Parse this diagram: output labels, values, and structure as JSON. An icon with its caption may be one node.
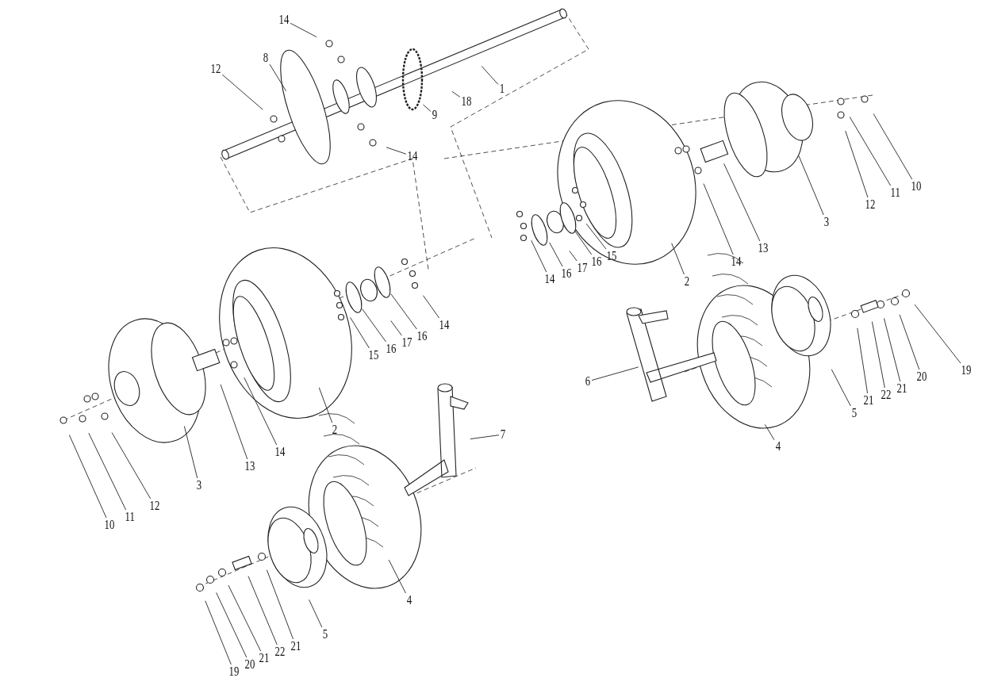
{
  "diagram": {
    "nodes": [
      {
        "text": [
          "14"
        ]
      },
      {
        "text": [
          "8"
        ]
      },
      {
        "text": [
          "12"
        ]
      },
      {
        "text": [
          "1"
        ]
      },
      {
        "text": [
          "18"
        ]
      },
      {
        "text": [
          "9"
        ]
      },
      {
        "text": [
          "14"
        ]
      },
      {
        "text": [
          "10"
        ]
      },
      {
        "text": [
          "11"
        ]
      },
      {
        "text": [
          "12"
        ]
      },
      {
        "text": [
          "3"
        ]
      },
      {
        "text": [
          "13"
        ]
      },
      {
        "text": [
          "14"
        ]
      },
      {
        "text": [
          "2"
        ]
      },
      {
        "text": [
          "14"
        ]
      },
      {
        "text": [
          "16"
        ]
      },
      {
        "text": [
          "17"
        ]
      },
      {
        "text": [
          "16"
        ]
      },
      {
        "text": [
          "15"
        ]
      },
      {
        "text": [
          "15"
        ]
      },
      {
        "text": [
          "16"
        ]
      },
      {
        "text": [
          "17"
        ]
      },
      {
        "text": [
          "16"
        ]
      },
      {
        "text": [
          "14"
        ]
      },
      {
        "text": [
          "2"
        ]
      },
      {
        "text": [
          "6"
        ]
      },
      {
        "text": [
          "4"
        ]
      },
      {
        "text": [
          "5"
        ]
      },
      {
        "text": [
          "21"
        ]
      },
      {
        "text": [
          "22"
        ]
      },
      {
        "text": [
          "21"
        ]
      },
      {
        "text": [
          "20"
        ]
      },
      {
        "text": [
          "19"
        ]
      },
      {
        "text": [
          "13"
        ]
      },
      {
        "text": [
          "14"
        ]
      },
      {
        "text": [
          "3"
        ]
      },
      {
        "text": [
          "12"
        ]
      },
      {
        "text": [
          "11"
        ]
      },
      {
        "text": [
          "10"
        ]
      },
      {
        "text": [
          "7"
        ]
      },
      {
        "text": [
          "4"
        ]
      },
      {
        "text": [
          "5"
        ]
      },
      {
        "text": [
          "21"
        ]
      },
      {
        "text": [
          "22"
        ]
      },
      {
        "text": [
          "21"
        ]
      },
      {
        "text": [
          "20"
        ]
      },
      {
        "text": [
          "19"
        ]
      }
    ],
    "edges": [
      {
        "from": 0,
        "to": null,
        "arrow": "none"
      },
      {
        "from": 1,
        "to": null,
        "arrow": "none"
      },
      {
        "from": 2,
        "to": null,
        "arrow": "none"
      },
      {
        "from": 3,
        "to": null,
        "arrow": "none"
      },
      {
        "from": 4,
        "to": null,
        "arrow": "none"
      },
      {
        "from": 5,
        "to": null,
        "arrow": "none"
      },
      {
        "from": 6,
        "to": null,
        "arrow": "none"
      },
      {
        "from": 7,
        "to": null,
        "arrow": "none"
      },
      {
        "from": 8,
        "to": null,
        "arrow": "none"
      },
      {
        "from": 9,
        "to": null,
        "arrow": "none"
      },
      {
        "from": 10,
        "to": null,
        "arrow": "none"
      },
      {
        "from": 11,
        "to": null,
        "arrow": "none"
      },
      {
        "from": 12,
        "to": null,
        "arrow": "none"
      },
      {
        "from": 13,
        "to": null,
        "arrow": "none"
      },
      {
        "from": 14,
        "to": null,
        "arrow": "none"
      },
      {
        "from": 15,
        "to": null,
        "arrow": "none"
      },
      {
        "from": 16,
        "to": null,
        "arrow": "none"
      },
      {
        "from": 17,
        "to": null,
        "arrow": "none"
      },
      {
        "from": 18,
        "to": null,
        "arrow": "none"
      },
      {
        "from": 19,
        "to": null,
        "arrow": "none"
      },
      {
        "from": 20,
        "to": null,
        "arrow": "none"
      },
      {
        "from": 21,
        "to": null,
        "arrow": "none"
      },
      {
        "from": 22,
        "to": null,
        "arrow": "none"
      },
      {
        "from": 23,
        "to": null,
        "arrow": "none"
      },
      {
        "from": 24,
        "to": null,
        "arrow": "none"
      },
      {
        "from": 25,
        "to": null,
        "arrow": "none"
      },
      {
        "from": 26,
        "to": null,
        "arrow": "none"
      },
      {
        "from": 27,
        "to": null,
        "arrow": "none"
      },
      {
        "from": 28,
        "to": null,
        "arrow": "none"
      },
      {
        "from": 29,
        "to": null,
        "arrow": "none"
      },
      {
        "from": 30,
        "to": null,
        "arrow": "none"
      },
      {
        "from": 31,
        "to": null,
        "arrow": "none"
      },
      {
        "from": 32,
        "to": null,
        "arrow": "none"
      },
      {
        "from": 33,
        "to": null,
        "arrow": "none"
      },
      {
        "from": 34,
        "to": null,
        "arrow": "none"
      },
      {
        "from": 35,
        "to": null,
        "arrow": "none"
      },
      {
        "from": 36,
        "to": null,
        "arrow": "none"
      },
      {
        "from": 37,
        "to": null,
        "arrow": "none"
      },
      {
        "from": 38,
        "to": null,
        "arrow": "none"
      },
      {
        "from": 39,
        "to": null,
        "arrow": "none"
      },
      {
        "from": 40,
        "to": null,
        "arrow": "none"
      },
      {
        "from": 41,
        "to": null,
        "arrow": "none"
      },
      {
        "from": 42,
        "to": null,
        "arrow": "none"
      },
      {
        "from": 43,
        "to": null,
        "arrow": "none"
      },
      {
        "from": 44,
        "to": null,
        "arrow": "none"
      },
      {
        "from": 45,
        "to": null,
        "arrow": "none"
      },
      {
        "from": 46,
        "to": null,
        "arrow": "none"
      }
    ]
  }
}
